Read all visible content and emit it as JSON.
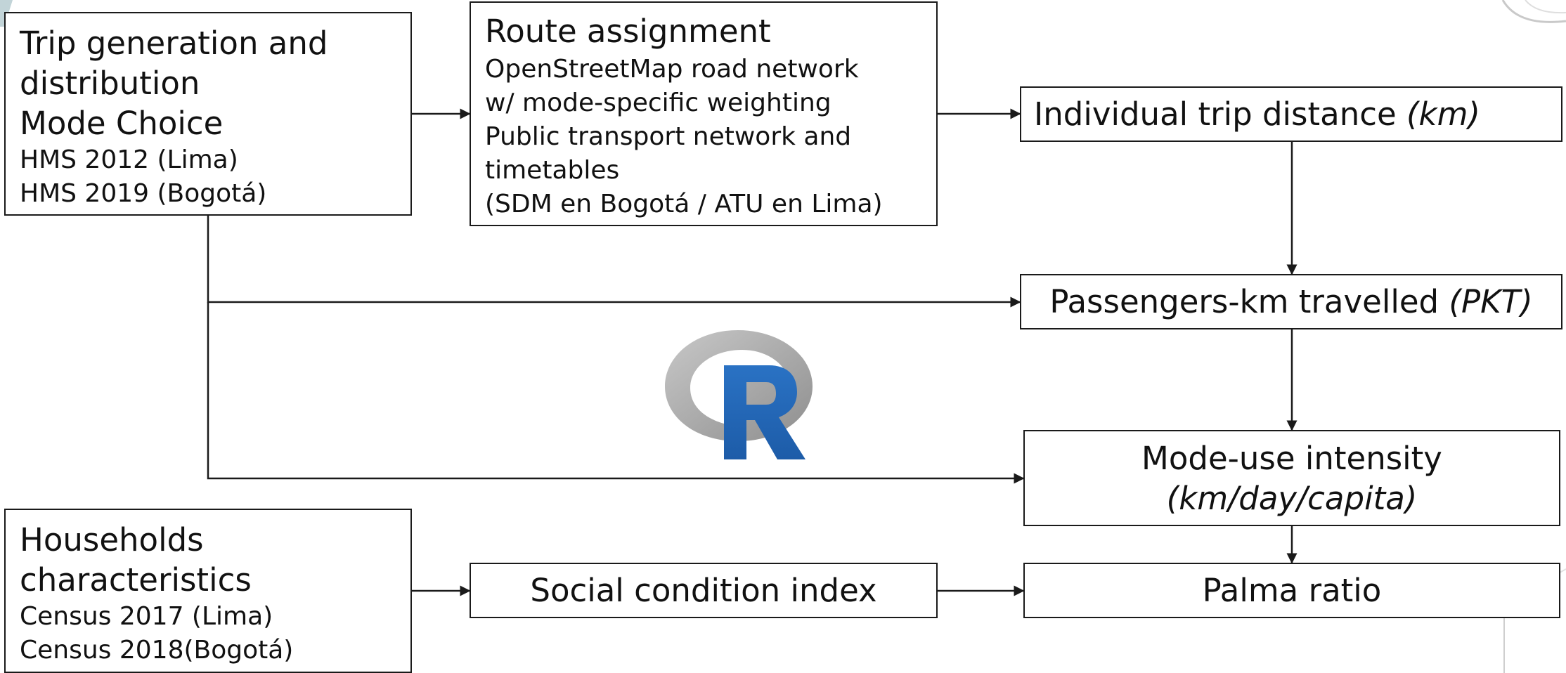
{
  "boxes": {
    "trip_generation": {
      "title_line1": "Trip generation and",
      "title_line2": "distribution",
      "title_line3": "Mode Choice",
      "source_line1": "HMS 2012 (Lima)",
      "source_line2": "HMS 2019 (Bogotá)"
    },
    "route_assignment": {
      "title": "Route assignment",
      "line1": "OpenStreetMap road network",
      "line2": "w/ mode-specific weighting",
      "line3": "Public transport network and",
      "line4": "timetables",
      "line5": "(SDM en Bogotá / ATU en Lima)"
    },
    "trip_distance": {
      "label": "Individual trip distance",
      "unit": "(km)"
    },
    "pkt": {
      "label": "Passengers-km travelled",
      "unit": "(PKT)"
    },
    "mode_use": {
      "label": "Mode-use intensity",
      "unit": "(km/day/capita)"
    },
    "households": {
      "title_line1": "Households",
      "title_line2": "characteristics",
      "source_line1": "Census 2017 (Lima)",
      "source_line2": "Census 2018(Bogotá)"
    },
    "social_index": {
      "label": "Social condition index"
    },
    "palma": {
      "label": "Palma ratio"
    }
  },
  "logo": {
    "letter": "R",
    "ring_color": "#9a9a9a",
    "letter_color": "#2367b8"
  },
  "colors": {
    "line": "#1a1a1a",
    "text": "#111111",
    "background": "#ffffff"
  }
}
